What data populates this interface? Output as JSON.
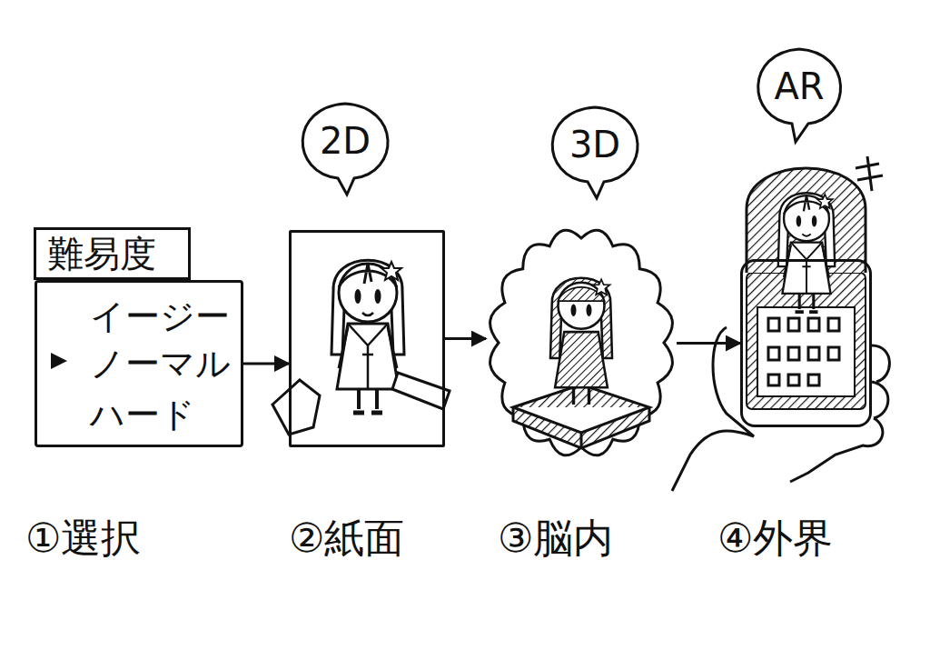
{
  "diagram": {
    "nodes": [
      {
        "text": [
          "難易度",
          "イージー",
          "ノーマル",
          "ハード"
        ]
      },
      {
        "text": [
          "2D"
        ]
      },
      {
        "text": [
          "3D"
        ]
      },
      {
        "text": [
          "AR"
        ]
      }
    ],
    "edges": [
      {
        "from": 0,
        "to": 1,
        "arrow": "to"
      },
      {
        "from": 1,
        "to": 2,
        "arrow": "to"
      },
      {
        "from": 2,
        "to": 3,
        "arrow": "to"
      }
    ],
    "labels": [
      "①選択",
      "②紙面",
      "③脳内",
      "④外界"
    ]
  }
}
